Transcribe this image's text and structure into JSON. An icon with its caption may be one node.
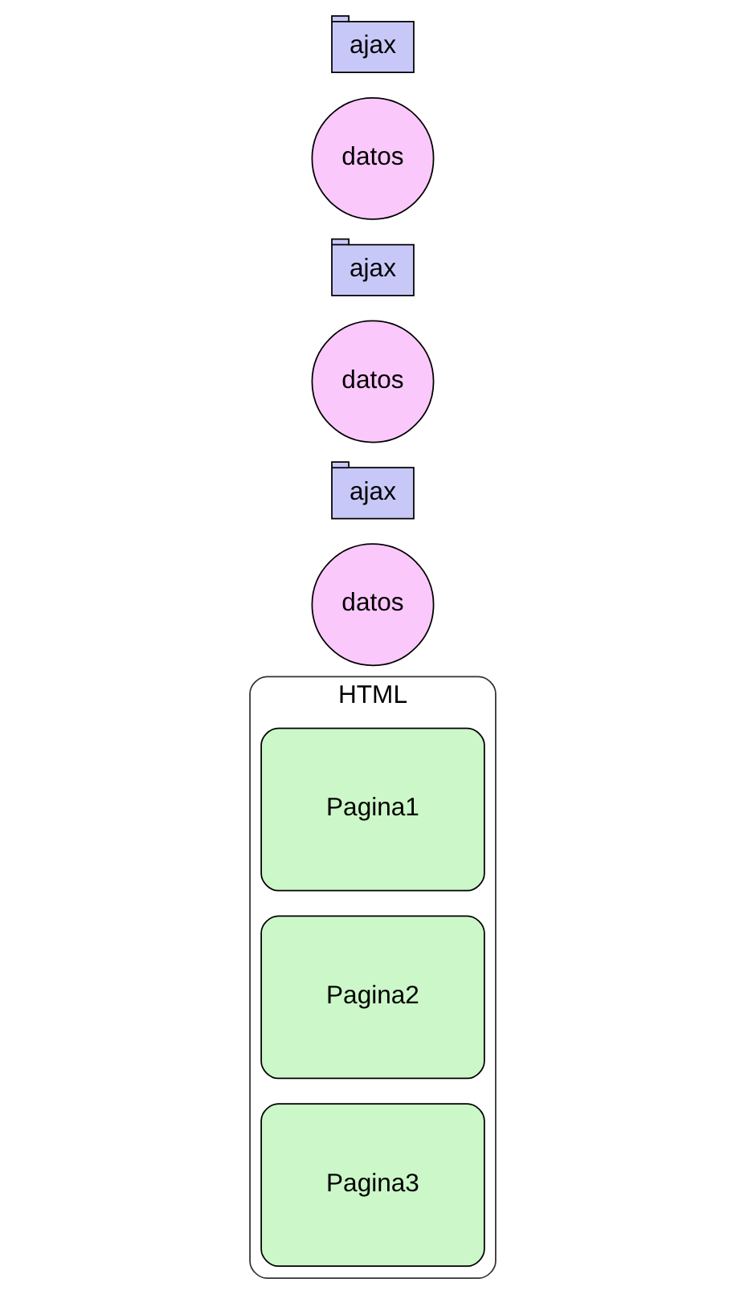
{
  "diagram": {
    "nodes": [
      {
        "text": [
          "HTML"
        ]
      },
      {
        "text": [
          "Pagina1"
        ],
        "in": 0
      },
      {
        "text": [
          "datos"
        ]
      },
      {
        "text": [
          "ajax"
        ]
      },
      {
        "text": [
          "Pagina2"
        ],
        "in": 0
      },
      {
        "text": [
          "datos"
        ]
      },
      {
        "text": [
          "ajax"
        ]
      },
      {
        "text": [
          "Pagina3"
        ],
        "in": 0
      },
      {
        "text": [
          "datos"
        ]
      },
      {
        "text": [
          "ajax"
        ]
      }
    ],
    "edges": []
  }
}
